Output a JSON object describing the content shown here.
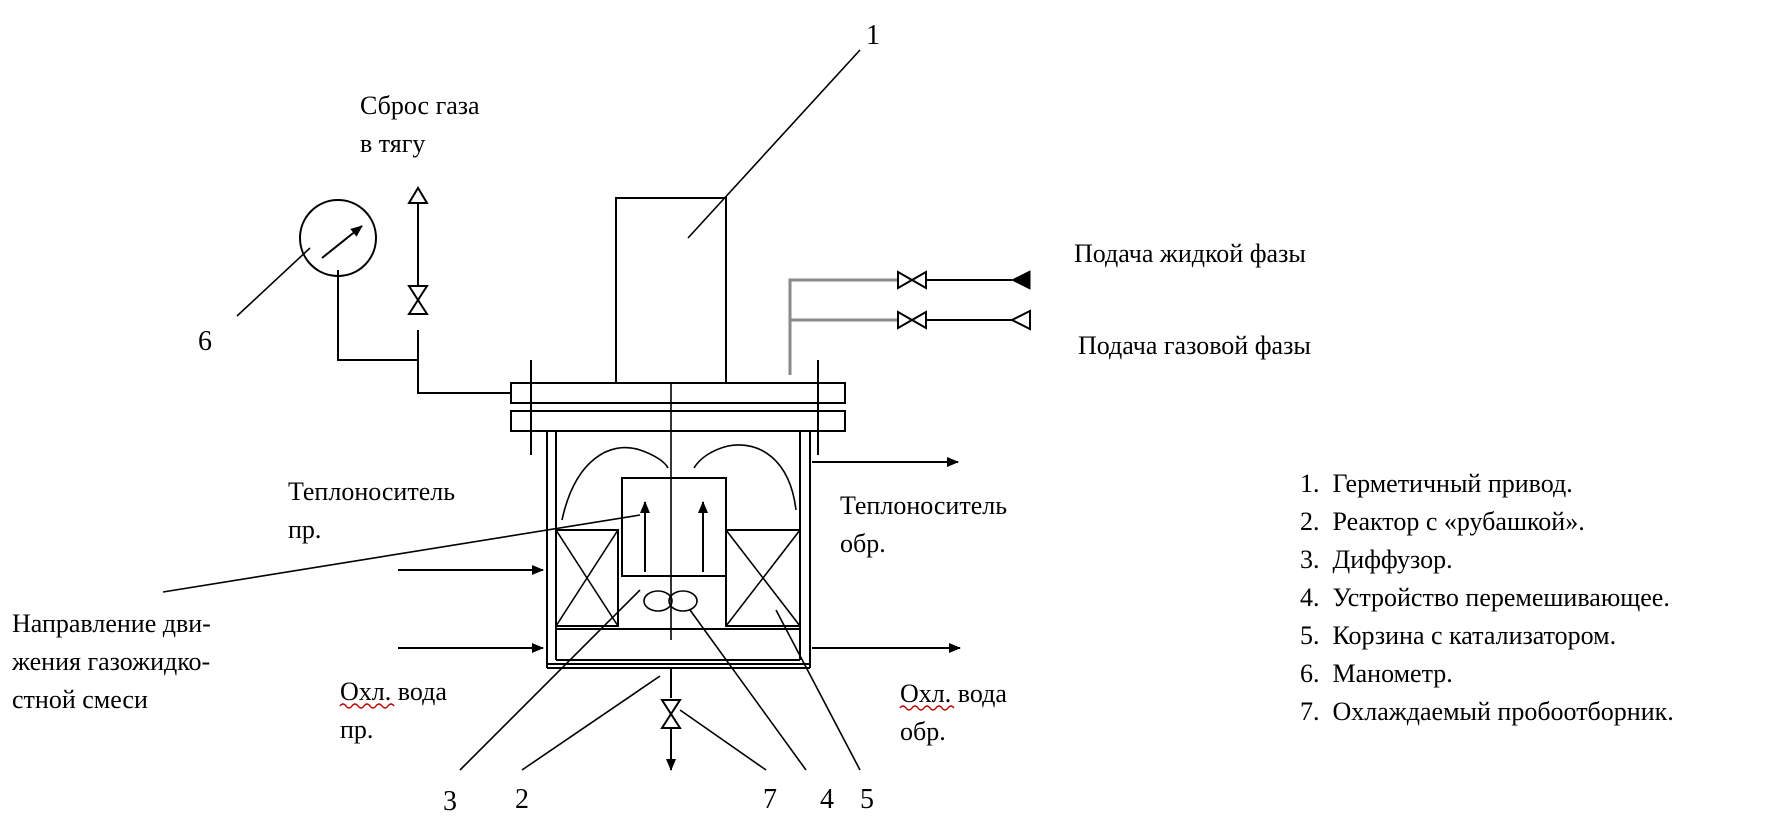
{
  "labels": {
    "gas_release_line1": "Сброс газа",
    "gas_release_line2": "в тягу",
    "liquid_feed": "Подача жидкой фазы",
    "gas_feed": "Подача газовой фазы",
    "coolant_in_line1": "Теплоноситель",
    "coolant_in_line2": "пр.",
    "coolant_out_line1": "Теплоноситель",
    "coolant_out_line2": "обр.",
    "flow_line1": "Направление дви-",
    "flow_line2": "жения газожидко-",
    "flow_line3": "стной смеси",
    "water_in_line1": "Охл. вода",
    "water_in_line2": "пр.",
    "water_out_line1": "Охл. вода",
    "water_out_line2": "обр."
  },
  "callouts": {
    "n1": "1",
    "n2": "2",
    "n3": "3",
    "n4": "4",
    "n5": "5",
    "n6": "6",
    "n7": "7"
  },
  "legend": [
    "1.  Герметичный привод.",
    "2.  Реактор с «рубашкой».",
    "3.  Диффузор.",
    "4.  Устройство перемешивающее.",
    "5.  Корзина с катализатором.",
    "6.  Манометр.",
    "7.  Охлаждаемый пробоотборник."
  ]
}
